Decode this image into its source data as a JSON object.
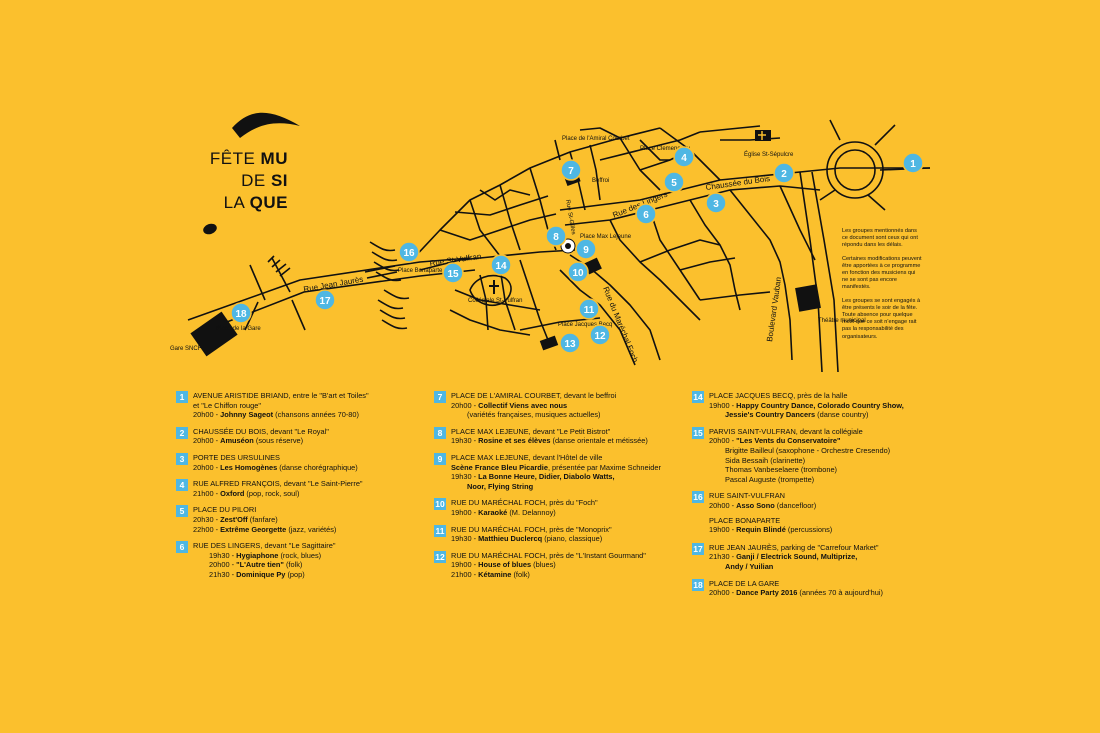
{
  "title": {
    "w1": "FÊTE",
    "w2": "MU",
    "w3": "DE",
    "w4": "SI",
    "w5": "LA",
    "w6": "QUE"
  },
  "map_labels": {
    "rue_jean_jaures": "Rue Jean Jaurès",
    "rue_st_vulfran": "Rue St-Vulfran",
    "chaussee_du_bois": "Chaussée du Bois",
    "rue_des_lingers": "Rue des Lingers",
    "boulevard_vauban": "Boulevard Vauban",
    "rue_marechal_foch": "Rue du Maréchal Foch",
    "place_bonaparte": "Place Bonaparte",
    "place_amiral": "Place de l'Amiral Courbet",
    "place_clemenceau": "Place Clemenceau",
    "eglise": "Église St-Sépulcre",
    "beffroi": "Beffroi",
    "place_max_lejeune": "Place Max Lejeune",
    "collegiale": "Collégiale St-Vulfran",
    "place_jacques_becq": "Place Jacques Becq",
    "theatre": "Théâtre municipal",
    "gare_sncf": "Gare SNCF",
    "place_gare": "Place de la Gare",
    "rue_st_gilles": "Rue St-Gilles"
  },
  "side_notes": [
    "Les groupes mentionnés dans ce document sont ceux qui ont répondu dans les délais.",
    "Certaines modifications peuvent être apportées à ce programme en fonction des musiciens qui ne se sont pas encore manifestés.",
    "Les groupes se sont engagés à être présents le soir de la fête. Toute absence pour quelque motif que ce soit n'engage rait pas la responsabilité des organisateurs."
  ],
  "program": {
    "e1": {
      "num": "1",
      "loc": "AVENUE ARISTIDE BRIAND",
      "l1": ", entre le \"B'art et Toiles\"",
      "l2": "et \"Le Chiffon rouge\"",
      "time": "20h00 - ",
      "band": "Johnny Sageot",
      "note": " (chansons années 70-80)"
    },
    "e2": {
      "num": "2",
      "loc": "CHAUSSÉE DU BOIS",
      "l1": ", devant \"Le Royal\"",
      "time": "20h00 - ",
      "band": "Amuséon",
      "note": " (sous réserve)"
    },
    "e3": {
      "num": "3",
      "loc": "PORTE DES URSULINES",
      "time": "20h00 - ",
      "band": "Les Homogènes",
      "note": " (danse chorégraphique)"
    },
    "e4": {
      "num": "4",
      "loc": "RUE ALFRED FRANÇOIS",
      "l1": ", devant \"Le Saint-Pierre\"",
      "time": "21h00 - ",
      "band": "Oxford",
      "note": " (pop, rock, soul)"
    },
    "e5": {
      "num": "5",
      "loc": "PLACE DU PILORI",
      "t1": "20h30 - ",
      "b1": "Zest'Off",
      "n1": " (fanfare)",
      "t2": "22h00 - ",
      "b2": "Extrême Georgette",
      "n2": " (jazz, variétés)"
    },
    "e6": {
      "num": "6",
      "loc": "RUE DES LINGERS",
      "l1": ", devant \"Le Sagittaire\"",
      "t1": "19h30 - ",
      "b1": "Hygiaphone",
      "n1": " (rock, blues)",
      "t2": "20h00 - ",
      "b2": "\"L'Autre tien\"",
      "n2": " (folk)",
      "t3": "21h30 - ",
      "b3": "Dominique Py",
      "n3": " (pop)"
    },
    "e7": {
      "num": "7",
      "loc": "PLACE DE L'AMIRAL COURBET",
      "l1": ", devant le beffroi",
      "time": "20h00 - ",
      "band": "Collectif Viens avec nous",
      "note": "(variétés françaises, musiques actuelles)"
    },
    "e8": {
      "num": "8",
      "loc": "PLACE MAX LEJEUNE",
      "l1": ", devant \"Le Petit Bistrot\"",
      "time": "19h30 - ",
      "band": "Rosine et ses élèves",
      "note": " (danse orientale et métissée)"
    },
    "e9": {
      "num": "9",
      "loc": "PLACE MAX LEJEUNE",
      "l1": ", devant l'Hôtel de ville",
      "sub": "Scène France Bleu Picardie",
      "subnote": ", présentée par Maxime Schneider",
      "time": "19h30 - ",
      "band": "La Bonne Heure, Didier, Diabolo Watts,",
      "band2": "Noor, Flying String"
    },
    "e10": {
      "num": "10",
      "loc": "RUE DU MARÉCHAL FOCH",
      "l1": ", près du \"Foch\"",
      "time": "19h00 - ",
      "band": "Karaoké",
      "note": " (M. Delannoy)"
    },
    "e11": {
      "num": "11",
      "loc": "RUE DU MARÉCHAL FOCH",
      "l1": ", près de \"Monoprix\"",
      "time": "19h30 - ",
      "band": "Matthieu Duclercq",
      "note": " (piano, classique)"
    },
    "e12": {
      "num": "12",
      "loc": "RUE DU MARÉCHAL FOCH",
      "l1": ", près de \"L'Instant Gourmand\"",
      "t1": "19h00 - ",
      "b1": "House of blues",
      "n1": " (blues)",
      "t2": "21h00 - ",
      "b2": "Kétamine",
      "n2": " (folk)"
    },
    "e14": {
      "num": "14",
      "loc": "PLACE JACQUES BECQ",
      "l1": ", près de la halle",
      "time": "19h00 - ",
      "band": "Happy Country Dance, Colorado Country Show,",
      "band2": "Jessie's Country Dancers",
      "note": " (danse country)"
    },
    "e15": {
      "num": "15",
      "loc": "PARVIS SAINT-VULFRAN",
      "l1": ", devant la collégiale",
      "time": "20h00 - ",
      "band": "\"Les Vents du Conservatoire\"",
      "m1": "Brigitte Bailleul (saxophone - Orchestre Cresendo)",
      "m2": "Sida Bessaih (clarinette)",
      "m3": "Thomas Vanbeselaere (trombone)",
      "m4": "Pascal Auguste (trompette)"
    },
    "e16": {
      "num": "16",
      "loc": "RUE SAINT-VULFRAN",
      "time": "20h00 - ",
      "band": "Asso Sono",
      "note": " (dancefloor)"
    },
    "e16b": {
      "loc": "PLACE BONAPARTE",
      "time": "19h00 - ",
      "band": "Requin Blindé",
      "note": " (percussions)"
    },
    "e17": {
      "num": "17",
      "loc": "RUE JEAN JAURÈS",
      "l1": ", parking de \"Carrefour Market\"",
      "time": "21h30 - ",
      "band": "Ganji / Electrick Sound, Multiprize,",
      "band2": "Andy / Yuilian"
    },
    "e18": {
      "num": "18",
      "loc": "PLACE DE LA GARE",
      "time": "20h00 - ",
      "band": "Dance Party 2016",
      "note": " (années 70 à aujourd'hui)"
    }
  },
  "colors": {
    "background": "#fbc02d",
    "marker": "#4fb7e3",
    "ink": "#111111"
  }
}
